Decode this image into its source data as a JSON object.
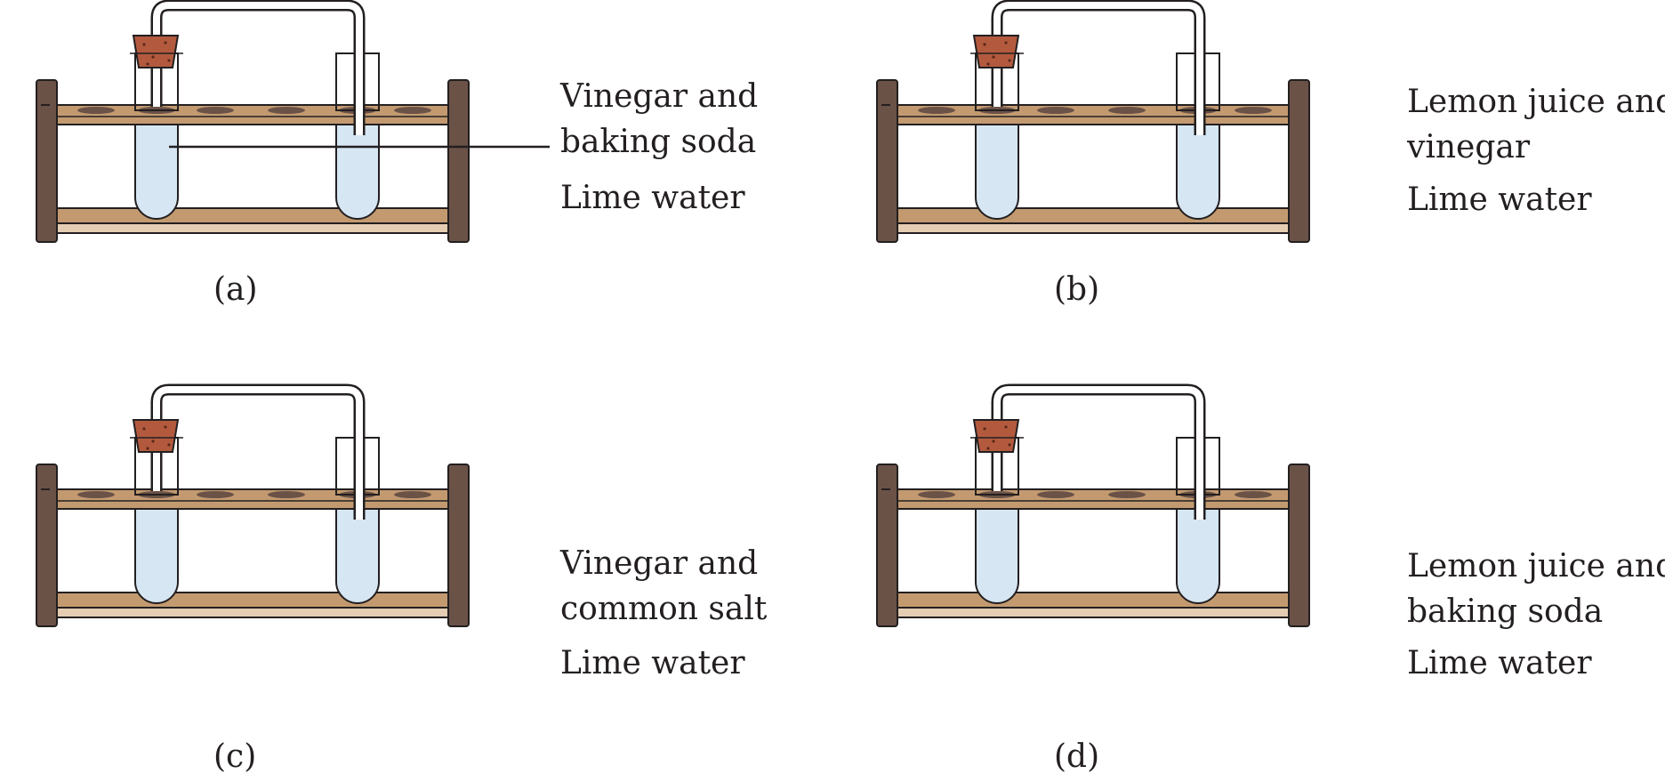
{
  "panels": [
    {
      "id": "a",
      "caption": "(a)",
      "mixture_line1": "Vinegar and",
      "mixture_line2": "baking soda",
      "second_tube": "Lime water"
    },
    {
      "id": "b",
      "caption": "(b)",
      "mixture_line1": "Lemon juice and",
      "mixture_line2": "vinegar",
      "second_tube": "Lime water"
    },
    {
      "id": "c",
      "caption": "(c)",
      "mixture_line1": "Vinegar and",
      "mixture_line2": "common salt",
      "second_tube": "Lime water"
    },
    {
      "id": "d",
      "caption": "(d)",
      "mixture_line1": "Lemon juice and",
      "mixture_line2": "baking soda",
      "second_tube": "Lime water"
    }
  ],
  "colors": {
    "stand_wood": "#6b5247",
    "rack_board": "#c39a70",
    "rack_board_light": "#e4cdb3",
    "cork": "#b35a3e",
    "liquid": "#d6e6f3",
    "glass": "#ffffff",
    "outline": "#231f20"
  }
}
